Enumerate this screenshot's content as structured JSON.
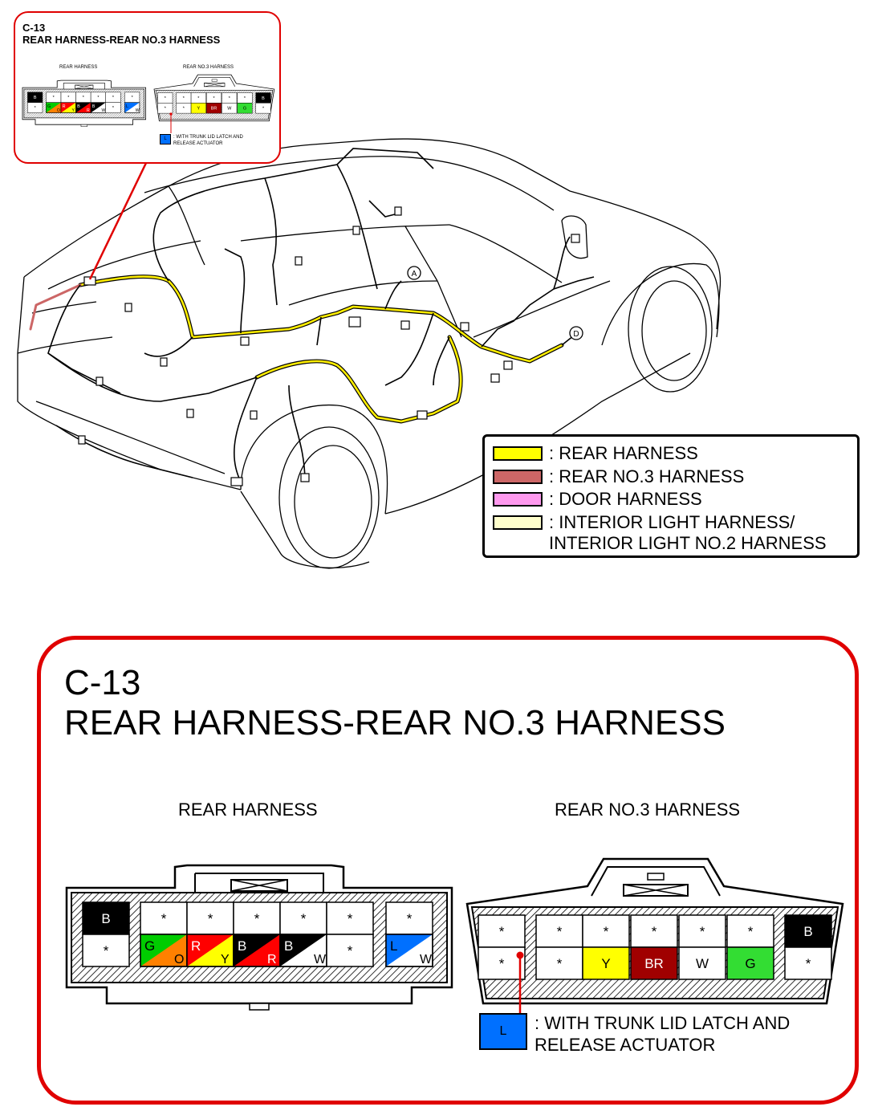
{
  "connector": {
    "code": "C-13",
    "title": "REAR HARNESS-REAR NO.3 HARNESS",
    "rear_harness_label": "REAR HARNESS",
    "rear_no3_harness_label": "REAR NO.3 HARNESS",
    "note_swatch_label": "L",
    "note_line1": ": WITH TRUNK LID LATCH AND",
    "note_line2": "RELEASE ACTUATOR",
    "rear_harness_pins": {
      "top": [
        "B",
        "*",
        "*",
        "*",
        "*",
        "*",
        "*"
      ],
      "bottom": [
        {
          "label": "*",
          "color": "#ffffff"
        },
        {
          "label": "G",
          "sub": "O",
          "color": "#00cc00",
          "color2": "#ff8000"
        },
        {
          "label": "R",
          "sub": "Y",
          "color": "#ff0000",
          "color2": "#ffff00"
        },
        {
          "label": "B",
          "sub": "R",
          "color": "#000000",
          "color2": "#ff0000"
        },
        {
          "label": "B",
          "sub": "W",
          "color": "#000000",
          "color2": "#ffffff"
        },
        {
          "label": "*",
          "color": "#ffffff"
        },
        {
          "label": "L",
          "sub": "W",
          "color": "#0070ff",
          "color2": "#ffffff"
        }
      ]
    },
    "rear_no3_harness_pins": {
      "top": [
        "*",
        "*",
        "*",
        "*",
        "*",
        "*",
        "B"
      ],
      "bottom": [
        {
          "label": "*",
          "color": "#ffffff"
        },
        {
          "label": "*",
          "color": "#ffffff"
        },
        {
          "label": "Y",
          "color": "#ffff00"
        },
        {
          "label": "BR",
          "color": "#a00000"
        },
        {
          "label": "W",
          "color": "#ffffff"
        },
        {
          "label": "G",
          "color": "#33dd33"
        },
        {
          "label": "*",
          "color": "#ffffff"
        }
      ]
    }
  },
  "legend": {
    "items": [
      {
        "label": ": REAR HARNESS",
        "color": "#ffff00"
      },
      {
        "label": ": REAR NO.3 HARNESS",
        "color": "#cc6666"
      },
      {
        "label": ": DOOR HARNESS",
        "color": "#ff99ee"
      },
      {
        "label": ": INTERIOR LIGHT HARNESS/",
        "label2": "INTERIOR LIGHT NO.2 HARNESS",
        "color": "#ffffcc"
      }
    ]
  },
  "markers": {
    "a": "A",
    "d": "D"
  },
  "colors": {
    "callout": "#e00000",
    "harness_main": "#ffee00",
    "wire": "#000000"
  }
}
